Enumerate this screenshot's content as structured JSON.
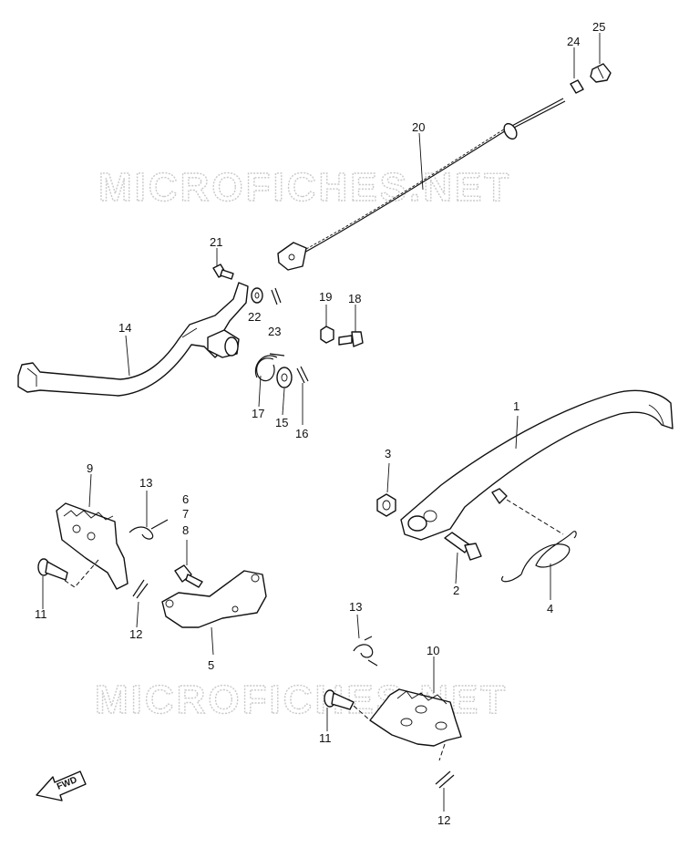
{
  "watermark": "MICROFICHES.NET",
  "direction_label": "FWD",
  "callouts": [
    "1",
    "2",
    "3",
    "4",
    "5",
    "6",
    "7",
    "8",
    "9",
    "10",
    "11",
    "11",
    "12",
    "12",
    "13",
    "13",
    "14",
    "15",
    "16",
    "17",
    "18",
    "19",
    "20",
    "21",
    "22",
    "23",
    "24",
    "25"
  ]
}
